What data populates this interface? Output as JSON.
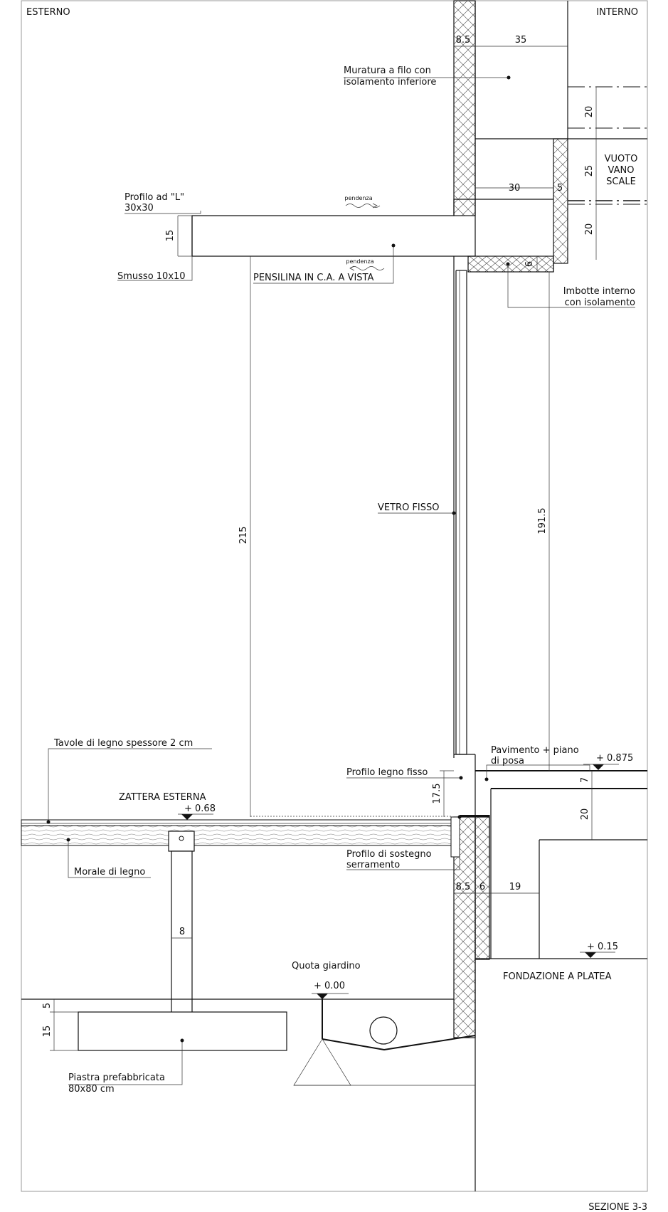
{
  "corners": {
    "exterior": "ESTERNO",
    "interior": "INTERNO",
    "section": "SEZIONE 3-3"
  },
  "labels": {
    "masonry_l1": "Muratura a filo con",
    "masonry_l2": "isolamento inferiore",
    "stair_void_l1": "VUOTO",
    "stair_void_l2": "VANO",
    "stair_void_l3": "SCALE",
    "l_profile_l1": "Profilo ad \"L\"",
    "l_profile_l2": "30x30",
    "chamfer": "Smusso 10x10",
    "canopy": "PENSILINA IN C.A. A VISTA",
    "slope_top": "pendenza",
    "slope_bottom": "pendenza",
    "reveal_l1": "Imbotte interno",
    "reveal_l2": "con isolamento",
    "fixed_glass": "VETRO FISSO",
    "wood_boards": "Tavole di legno spessore 2 cm",
    "floor_l1": "Pavimento + piano",
    "floor_l2": "di posa",
    "fixed_wood_profile": "Profilo legno fisso",
    "raft_title": "ZATTERA ESTERNA",
    "joist": "Morale di legno",
    "frame_support_l1": "Profilo di sostegno",
    "frame_support_l2": "serramento",
    "garden_level": "Quota giardino",
    "foundation": "FONDAZIONE A PLATEA",
    "plate_l1": "Piastra prefabbricata",
    "plate_l2": "80x80 cm"
  },
  "levels": {
    "floor": "+ 0.875",
    "raft": "+ 0.68",
    "foundation": "+ 0.15",
    "garden": "+ 0.00"
  },
  "dimensions": {
    "wall_insulation_top": "8.5",
    "wall_top": "35",
    "void_upper": "20",
    "void_middle": "25",
    "void_lower": "20",
    "canopy_wall": "30",
    "reveal_insulation": "5",
    "canopy_thickness": "15",
    "reveal_thickness": "6",
    "clear_height_outside": "215",
    "clear_height_inside": "191.5",
    "floor_thickness": "7",
    "floor_slab": "20",
    "threshold_height": "17.5",
    "wall_insulation_bottom": "8.5",
    "insulation_bottom": "6",
    "slab_wall": "19",
    "post_width": "8",
    "plate_top": "5",
    "plate_thickness": "15"
  }
}
